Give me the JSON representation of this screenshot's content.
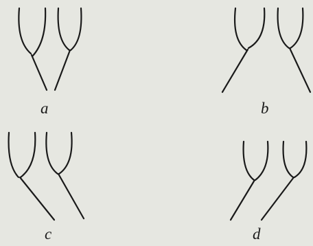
{
  "figure": {
    "panels": [
      {
        "id": "a",
        "label": "a"
      },
      {
        "id": "b",
        "label": "b"
      },
      {
        "id": "c",
        "label": "c"
      },
      {
        "id": "d",
        "label": "d"
      }
    ]
  },
  "colors": {
    "background": "#e6e7e1",
    "ink": "#1a1a1a"
  }
}
